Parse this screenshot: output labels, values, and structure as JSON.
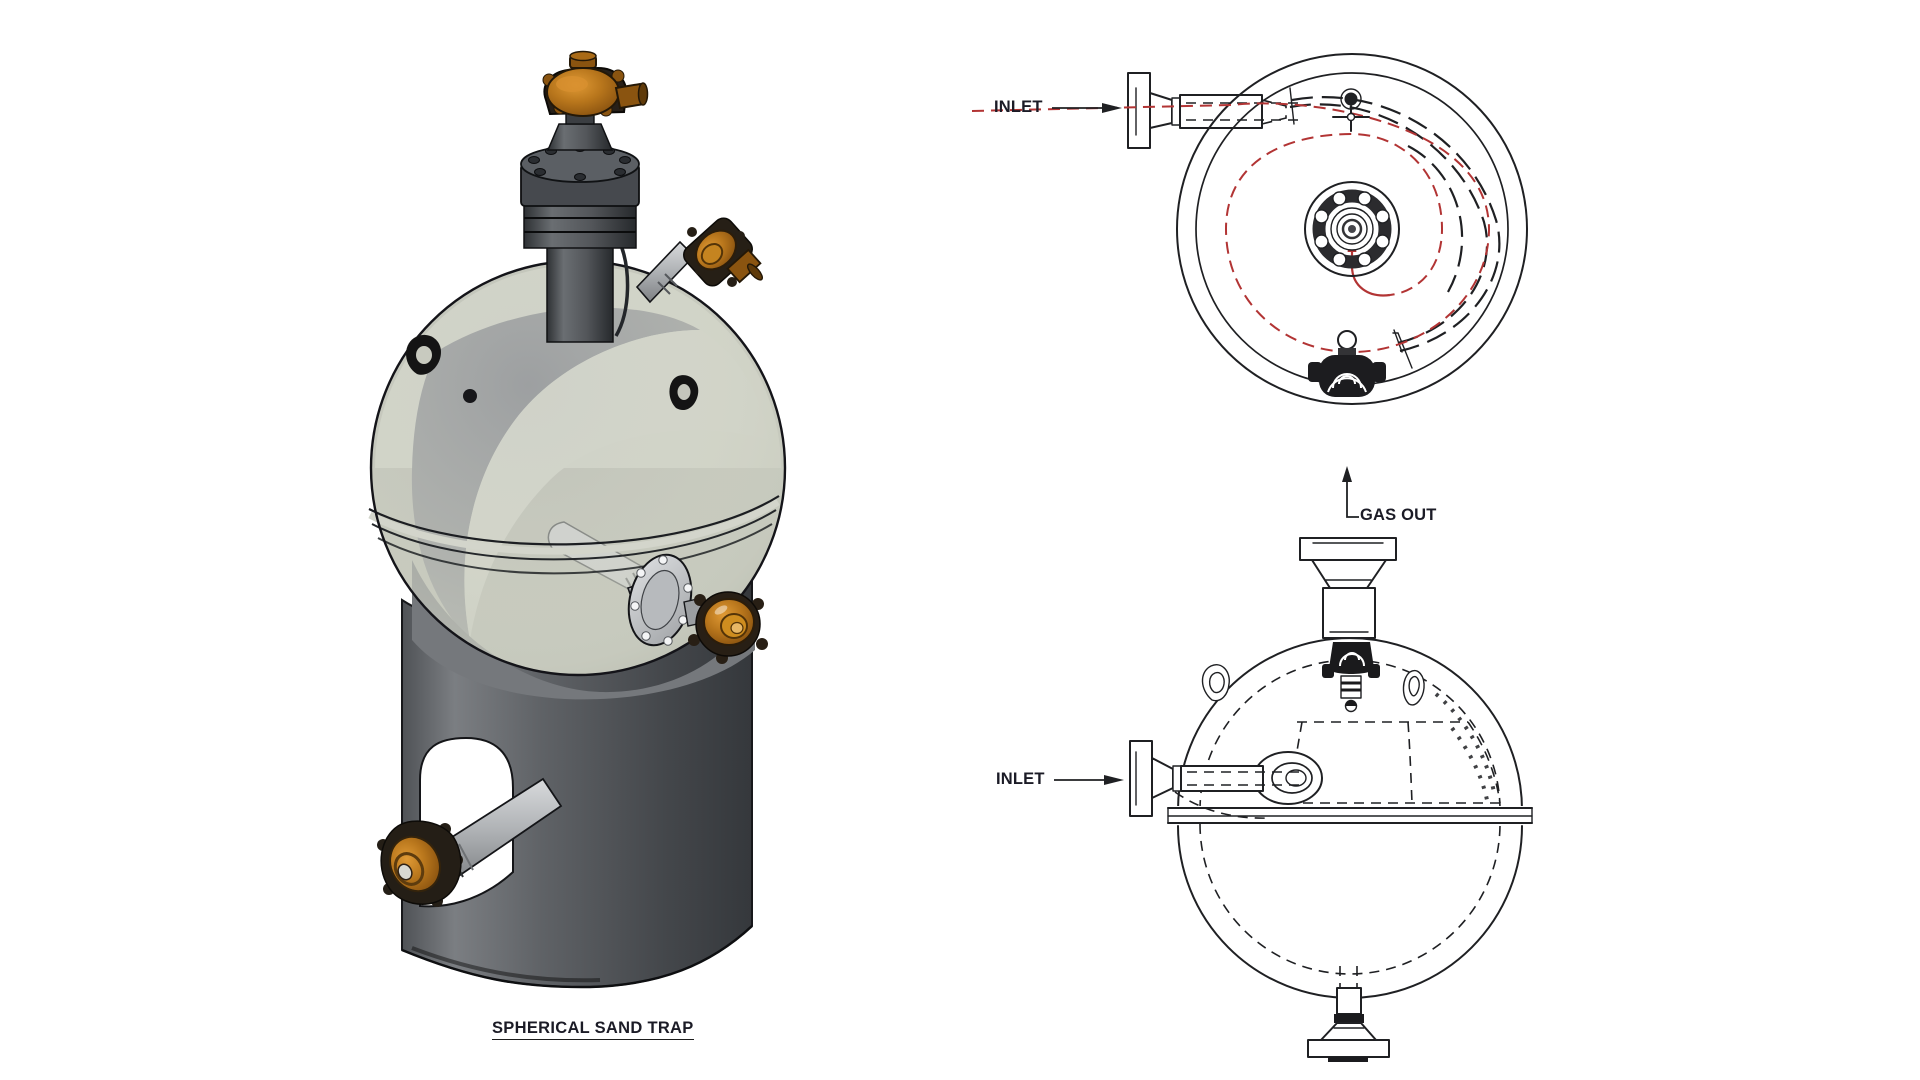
{
  "sheet": {
    "background": "#ffffff"
  },
  "colors": {
    "line": "#1f2023",
    "flow_path": "#b23434",
    "valve_accent": "#b26a16",
    "text": "#1b1b26"
  },
  "views": {
    "isometric": {
      "caption": "SPHERICAL SAND TRAP"
    },
    "top": {
      "labels": {
        "inlet": "INLET"
      }
    },
    "side": {
      "labels": {
        "inlet": "INLET",
        "gas_out": "GAS OUT"
      }
    }
  }
}
